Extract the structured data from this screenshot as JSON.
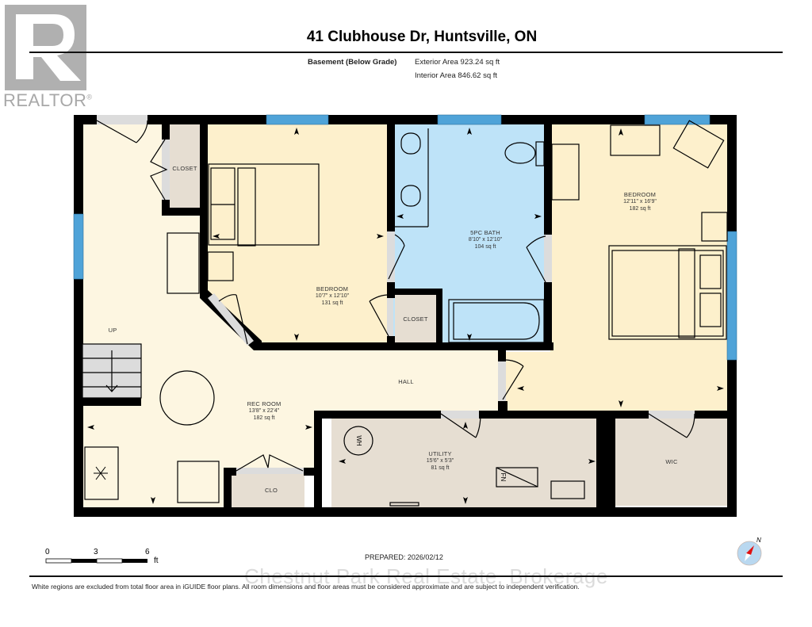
{
  "logo": {
    "text": "REALTOR",
    "mark": "®"
  },
  "header": {
    "title": "41 Clubhouse Dr, Huntsville, ON",
    "floor_name": "Basement (Below Grade)",
    "exterior_area": "Exterior Area 923.24 sq ft",
    "interior_area": "Interior Area 846.62 sq ft"
  },
  "colors": {
    "bedroom_fill": "#fdf0cc",
    "living_fill": "#fdf6e1",
    "bath_fill": "#bee3f8",
    "closet_fill": "#e6ded2",
    "wall": "#000000",
    "window": "#4fa3d8",
    "door_opening": "#dcdcdc"
  },
  "rooms": [
    {
      "id": "bedroom-1",
      "name": "BEDROOM",
      "dims": "10'7\" x 12'10\"",
      "area": "131 sq ft"
    },
    {
      "id": "bath",
      "name": "5PC BATH",
      "dims": "8'10\" x 12'10\"",
      "area": "104 sq ft"
    },
    {
      "id": "bedroom-2",
      "name": "BEDROOM",
      "dims": "12'11\" x 16'9\"",
      "area": "182 sq ft"
    },
    {
      "id": "rec-room",
      "name": "REC ROOM",
      "dims": "13'8\" x 22'4\"",
      "area": "182 sq ft"
    },
    {
      "id": "utility",
      "name": "UTILITY",
      "dims": "15'6\" x 5'3\"",
      "area": "81 sq ft"
    },
    {
      "id": "hall",
      "name": "HALL"
    },
    {
      "id": "closet-1",
      "name": "CLOSET"
    },
    {
      "id": "closet-2",
      "name": "CLOSET"
    },
    {
      "id": "clo",
      "name": "CLO"
    },
    {
      "id": "wic",
      "name": "WIC"
    },
    {
      "id": "stairs",
      "name": "UP"
    }
  ],
  "fixtures": {
    "water_heater": "WH",
    "furnace": "FN"
  },
  "scale": {
    "ticks": [
      "0",
      "3",
      "6"
    ],
    "unit": "ft"
  },
  "prepared": "PREPARED: 2026/02/12",
  "compass": {
    "label": "N"
  },
  "watermark": "Chestnut Park Real Estate, Brokerage",
  "disclaimer": "White regions are excluded from total floor area in iGUIDE floor plans. All room dimensions and floor areas must be considered approximate and are subject to independent verification."
}
